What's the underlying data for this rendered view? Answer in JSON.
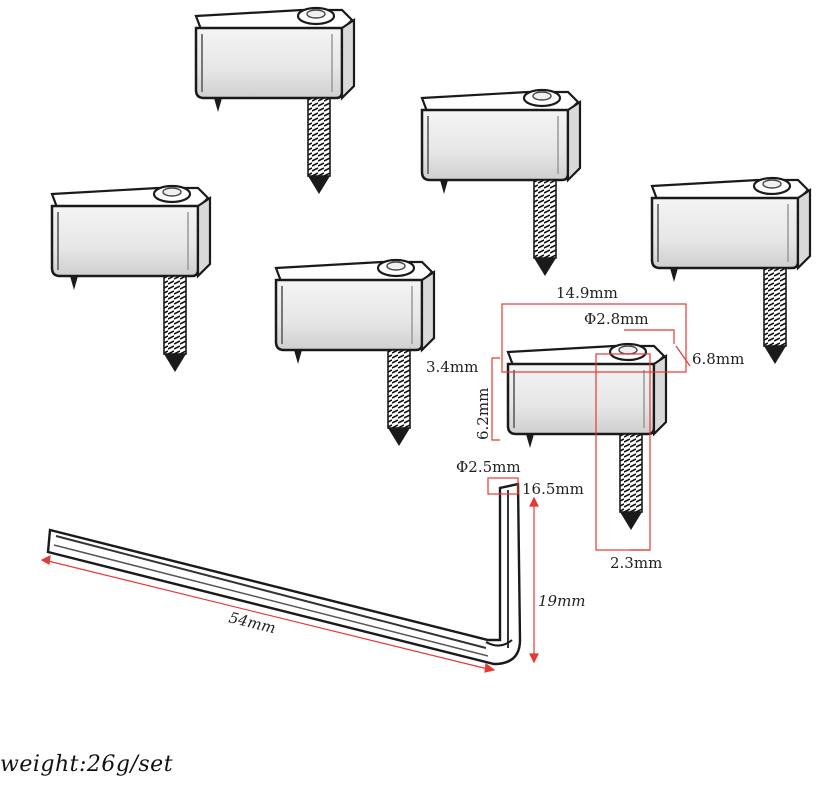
{
  "dimensions": {
    "block_width": "14.9mm",
    "hole_diameter": "Φ2.8mm",
    "top_depth": "6.8mm",
    "top_step": "3.4mm",
    "block_height": "6.2mm",
    "screw_length": "16.5mm",
    "screw_diameter": "2.3mm",
    "wrench_diameter": "Φ2.5mm",
    "wrench_long": "54mm",
    "wrench_short": "19mm"
  },
  "caption": "weight:26g/set",
  "colors": {
    "dimension_line": "#e53935",
    "ink": "#1a1a1a"
  }
}
